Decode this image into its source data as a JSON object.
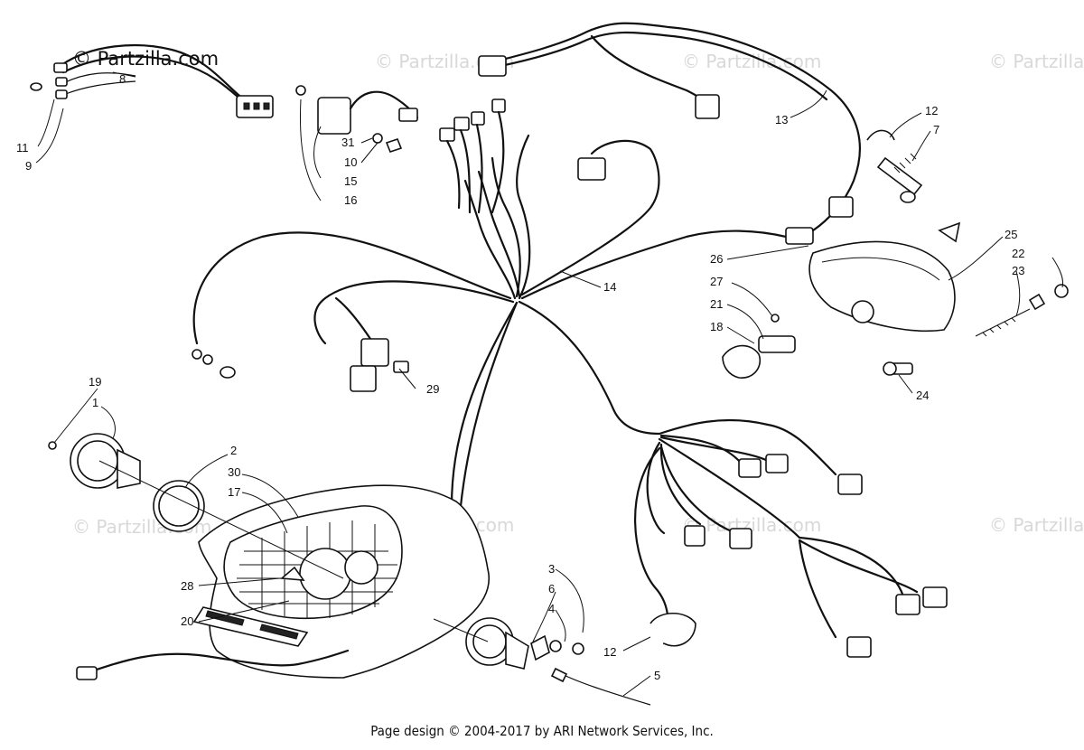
{
  "watermark": {
    "main": "© Partzilla.com",
    "faint": "© Partzilla.com"
  },
  "callouts": {
    "c1": "1",
    "c2": "2",
    "c3": "3",
    "c4": "4",
    "c5": "5",
    "c6": "6",
    "c7": "7",
    "c8": "8",
    "c9": "9",
    "c10": "10",
    "c11": "11",
    "c12a": "12",
    "c12b": "12",
    "c13": "13",
    "c14": "14",
    "c15": "15",
    "c16": "16",
    "c17": "17",
    "c18": "18",
    "c19": "19",
    "c20": "20",
    "c21": "21",
    "c22": "22",
    "c23": "23",
    "c24": "24",
    "c25": "25",
    "c26": "26",
    "c27": "27",
    "c28": "28",
    "c29": "29",
    "c30": "30",
    "c31": "31"
  },
  "footer": "Page design © 2004-2017 by ARI Network Services, Inc."
}
